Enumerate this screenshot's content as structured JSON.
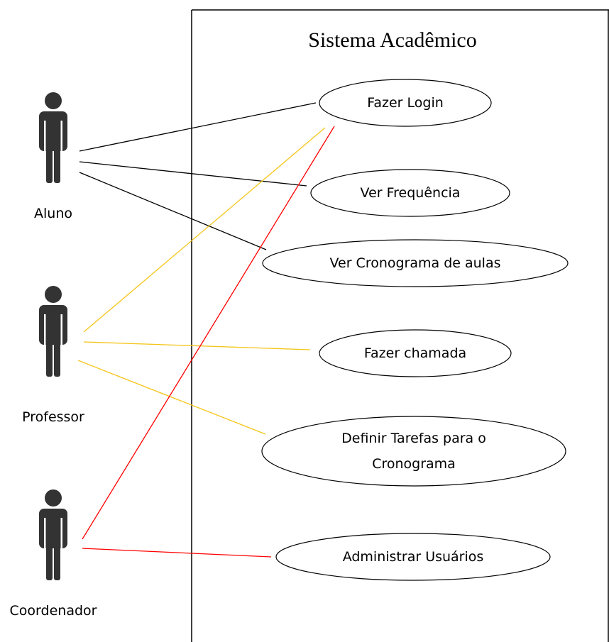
{
  "system": {
    "title": "Sistema Acadêmico"
  },
  "actors": [
    {
      "id": "aluno",
      "label": "Aluno",
      "icon": "person-icon"
    },
    {
      "id": "professor",
      "label": "Professor",
      "icon": "person-icon"
    },
    {
      "id": "coordenador",
      "label": "Coordenador",
      "icon": "person-icon"
    }
  ],
  "use_cases": [
    {
      "id": "fazer-login",
      "lines": [
        "Fazer Login"
      ]
    },
    {
      "id": "ver-frequencia",
      "lines": [
        "Ver Frequência"
      ]
    },
    {
      "id": "ver-cronograma",
      "lines": [
        "Ver Cronograma de aulas"
      ]
    },
    {
      "id": "fazer-chamada",
      "lines": [
        "Fazer chamada"
      ]
    },
    {
      "id": "definir-tarefas",
      "lines": [
        "Definir Tarefas para o",
        "Cronograma"
      ]
    },
    {
      "id": "administrar-usuarios",
      "lines": [
        "Administrar Usuários"
      ]
    }
  ],
  "associations": [
    {
      "from": "aluno",
      "to": "fazer-login",
      "color": "#000000"
    },
    {
      "from": "aluno",
      "to": "ver-frequencia",
      "color": "#000000"
    },
    {
      "from": "aluno",
      "to": "ver-cronograma",
      "color": "#000000"
    },
    {
      "from": "professor",
      "to": "fazer-login",
      "color": "#f5c518"
    },
    {
      "from": "professor",
      "to": "fazer-chamada",
      "color": "#f5c518"
    },
    {
      "from": "professor",
      "to": "definir-tarefas",
      "color": "#f5c518"
    },
    {
      "from": "coordenador",
      "to": "fazer-login",
      "color": "#ff0000"
    },
    {
      "from": "coordenador",
      "to": "administrar-usuarios",
      "color": "#ff0000"
    }
  ]
}
